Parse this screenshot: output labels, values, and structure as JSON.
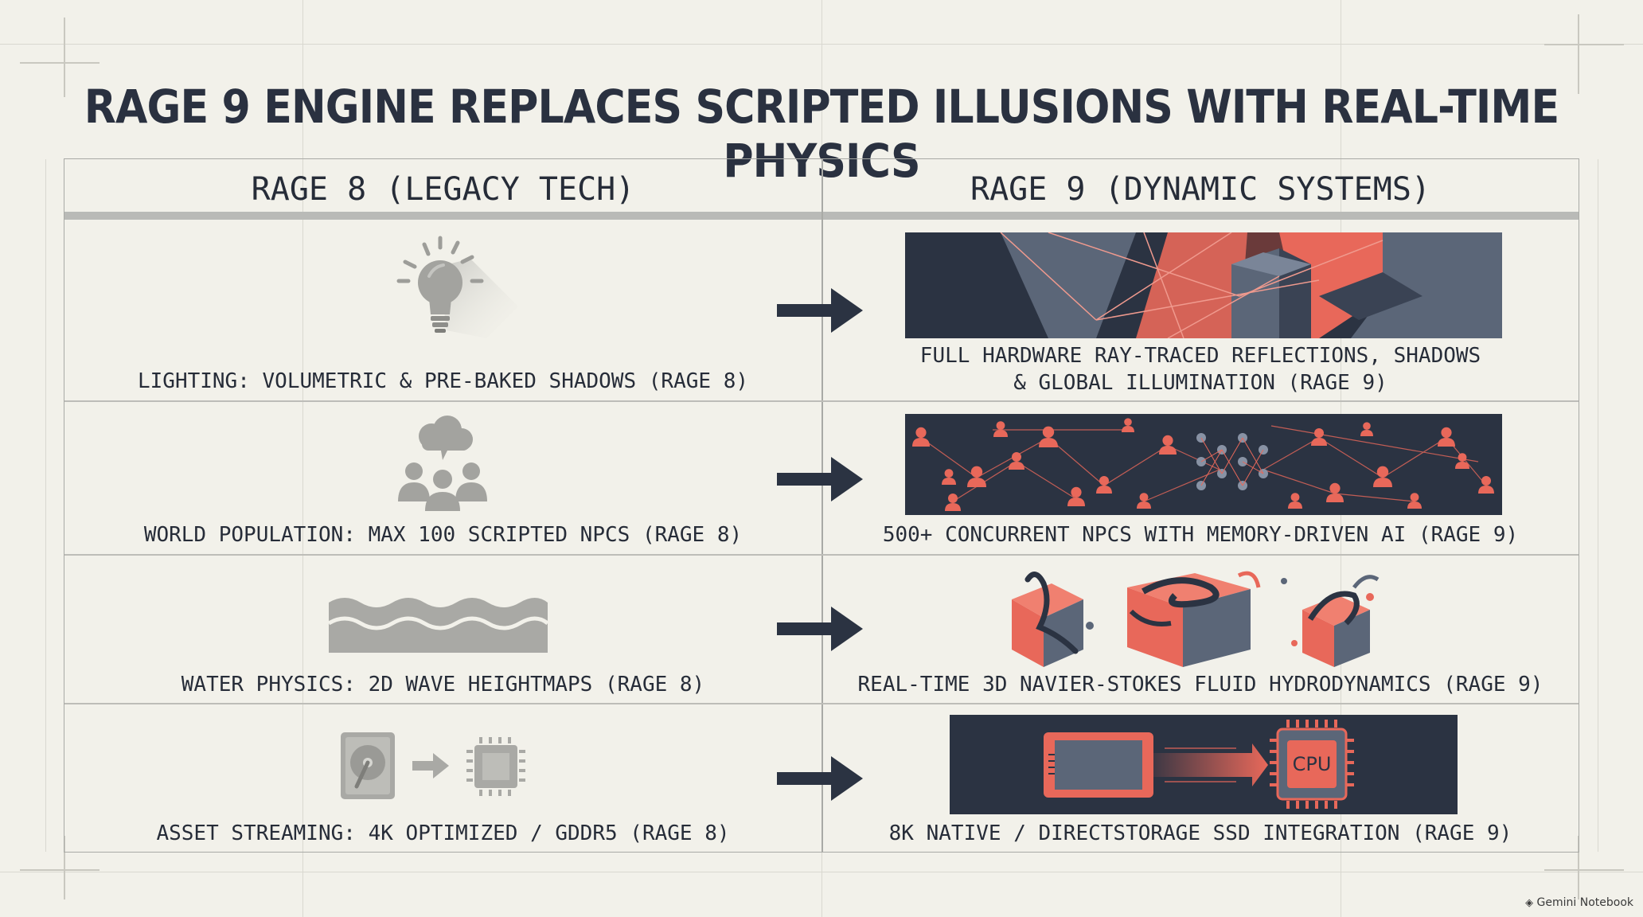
{
  "title": "RAGE 9 ENGINE REPLACES SCRIPTED ILLUSIONS WITH REAL-TIME PHYSICS",
  "columns": {
    "left": "RAGE 8 (LEGACY TECH)",
    "right": "RAGE 9 (DYNAMIC SYSTEMS)"
  },
  "rows": [
    {
      "legacy_icon": "lightbulb-icon",
      "legacy": "LIGHTING: VOLUMETRIC & PRE-BAKED SHADOWS (RAGE 8)",
      "dynamic_image": "ray-traced-reflections-image",
      "dynamic": "FULL HARDWARE RAY-TRACED REFLECTIONS, SHADOWS\n& GLOBAL ILLUMINATION (RAGE 9)"
    },
    {
      "legacy_icon": "crowd-cloud-icon",
      "legacy": "WORLD POPULATION: MAX 100 SCRIPTED NPCS (RAGE 8)",
      "dynamic_image": "npc-network-image",
      "dynamic": "500+ CONCURRENT NPCS WITH MEMORY-DRIVEN AI (RAGE 9)"
    },
    {
      "legacy_icon": "wave-heightmap-icon",
      "legacy": "WATER PHYSICS: 2D WAVE HEIGHTMAPS (RAGE 8)",
      "dynamic_image": "fluid-cubes-image",
      "dynamic": "REAL-TIME 3D NAVIER-STOKES FLUID HYDRODYNAMICS (RAGE 9)"
    },
    {
      "legacy_icon": "hdd-to-chip-icon",
      "legacy": "ASSET STREAMING: 4K OPTIMIZED / GDDR5 (RAGE 8)",
      "dynamic_image": "ssd-to-cpu-image",
      "dynamic": "8K NATIVE / DIRECTSTORAGE SSD INTEGRATION (RAGE 9)",
      "dynamic_image_label": "CPU"
    }
  ],
  "brand": "Gemini Notebook",
  "colors": {
    "accent": "#e8685a",
    "dark": "#2b3342",
    "slate": "#5b6678",
    "gray_icon": "#a9a9a5",
    "background": "#f2f1ea"
  }
}
